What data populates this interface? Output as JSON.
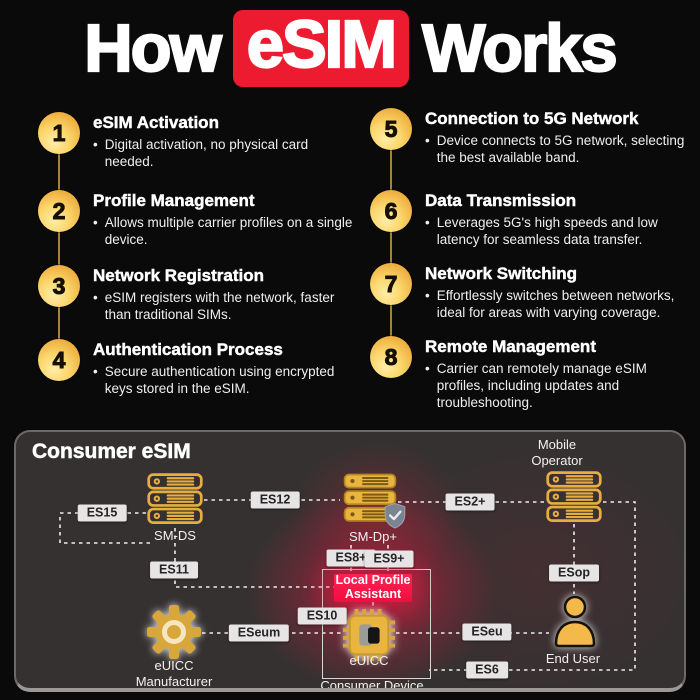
{
  "title": {
    "pre": "How",
    "highlight": "eSIM",
    "post": "Works"
  },
  "ui": {
    "bullet": "•"
  },
  "colors": {
    "accent_red": "#ed1b2f",
    "lpa_red": "#ff2353",
    "gold": "#e7ae3f",
    "panel_bg": "#353131",
    "label_bg": "#e6e4e4",
    "page_bg": "#0a0a0a"
  },
  "steps": [
    {
      "num": "1",
      "title": "eSIM Activation",
      "desc": "Digital activation, no physical card needed."
    },
    {
      "num": "2",
      "title": "Profile Management",
      "desc": "Allows multiple carrier profiles on a single device."
    },
    {
      "num": "3",
      "title": "Network Registration",
      "desc": "eSIM registers with the network, faster than traditional SIMs."
    },
    {
      "num": "4",
      "title": "Authentication Process",
      "desc": "Secure authentication using encrypted keys stored in the eSIM."
    },
    {
      "num": "5",
      "title": "Connection to 5G Network",
      "desc": "Device connects to 5G network, selecting the best available band."
    },
    {
      "num": "6",
      "title": "Data Transmission",
      "desc": "Leverages 5G's high speeds and low latency for seamless data transfer."
    },
    {
      "num": "7",
      "title": "Network Switching",
      "desc": "Effortlessly switches between networks, ideal for areas with varying coverage."
    },
    {
      "num": "8",
      "title": "Remote Management",
      "desc": "Carrier can remotely manage eSIM profiles, including updates and troubleshooting."
    }
  ],
  "diagram": {
    "title": "Consumer eSIM",
    "nodes": {
      "sm_ds": "SM-DS",
      "sm_dp": "SM-Dp+",
      "mobile_operator": "Mobile Operator",
      "euicc_manufacturer": "eUICC Manufacturer",
      "lpa": "Local Profile Assistant",
      "euicc": "eUICC",
      "consumer_device": "Consumer Device",
      "end_user": "End User"
    },
    "interfaces": {
      "es15": "ES15",
      "es12": "ES12",
      "es2": "ES2+",
      "es11": "ES11",
      "es8": "ES8+",
      "es9": "ES9+",
      "esop": "ESop",
      "eseum": "ESeum",
      "es10": "ES10",
      "eseu": "ESeu",
      "es6": "ES6"
    }
  }
}
